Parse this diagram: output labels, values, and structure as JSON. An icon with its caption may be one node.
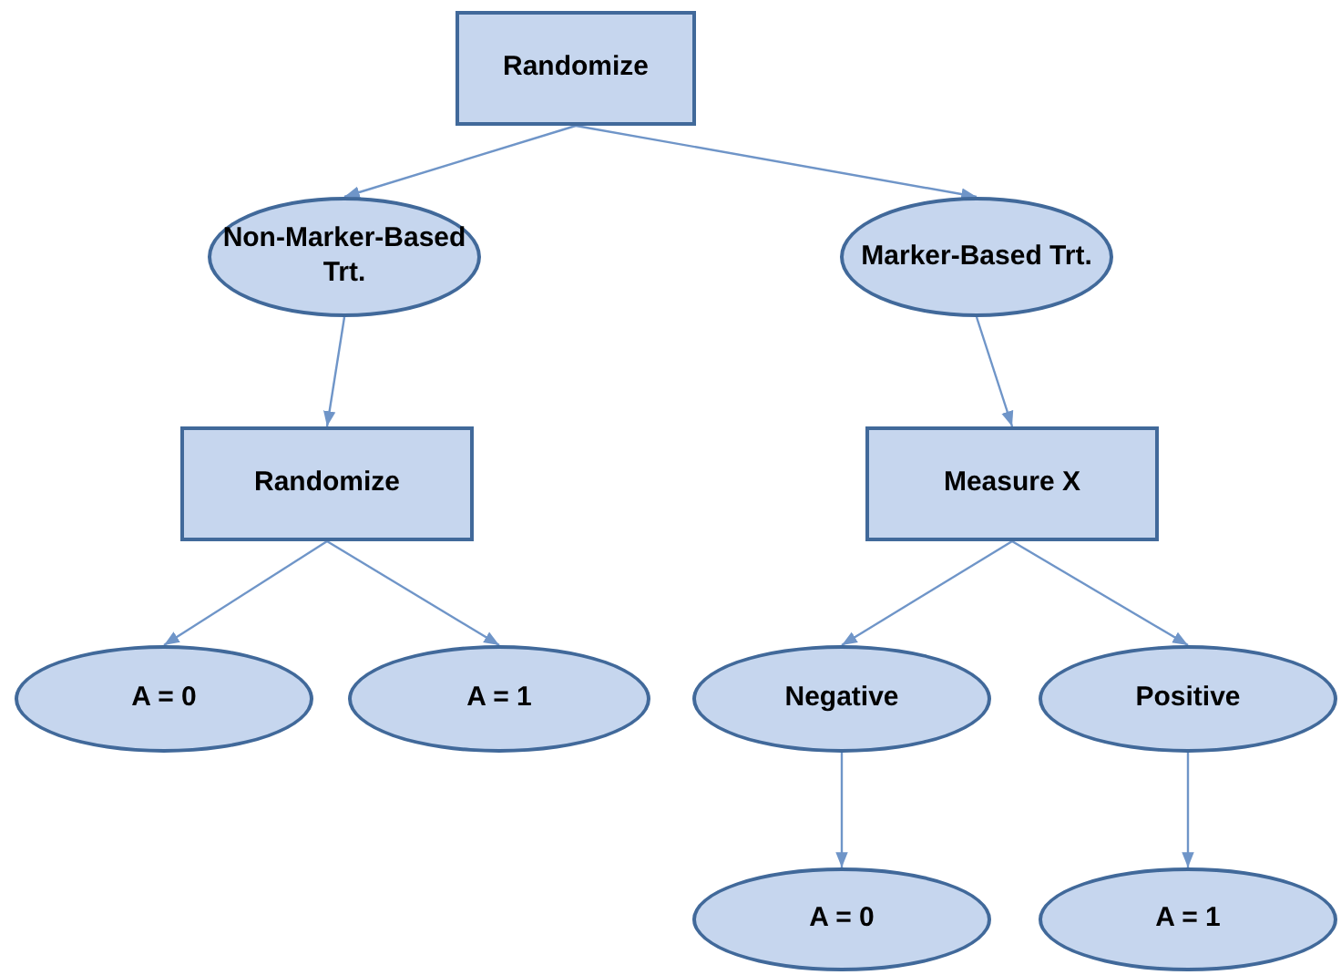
{
  "diagram": {
    "nodes": [
      {
        "text": [
          "Randomize"
        ]
      },
      {
        "text": [
          "Non-Marker-Based Trt."
        ]
      },
      {
        "text": [
          "Marker-Based Trt."
        ]
      },
      {
        "text": [
          "Randomize"
        ]
      },
      {
        "text": [
          "Measure X"
        ]
      },
      {
        "text": [
          "A = 0"
        ]
      },
      {
        "text": [
          "A = 1"
        ]
      },
      {
        "text": [
          "Negative"
        ]
      },
      {
        "text": [
          "Positive"
        ]
      },
      {
        "text": [
          "A = 0"
        ]
      },
      {
        "text": [
          "A = 1"
        ]
      }
    ],
    "edges": [
      {
        "from": 0,
        "to": 1,
        "arrow": "to"
      },
      {
        "from": 0,
        "to": 2,
        "arrow": "to"
      },
      {
        "from": 1,
        "to": 3,
        "arrow": "to"
      },
      {
        "from": 2,
        "to": 4,
        "arrow": "to"
      },
      {
        "from": 3,
        "to": 5,
        "arrow": "to"
      },
      {
        "from": 3,
        "to": 6,
        "arrow": "to"
      },
      {
        "from": 4,
        "to": 7,
        "arrow": "to"
      },
      {
        "from": 4,
        "to": 8,
        "arrow": "to"
      },
      {
        "from": 7,
        "to": 9,
        "arrow": "to"
      },
      {
        "from": 8,
        "to": 10,
        "arrow": "to"
      }
    ]
  }
}
